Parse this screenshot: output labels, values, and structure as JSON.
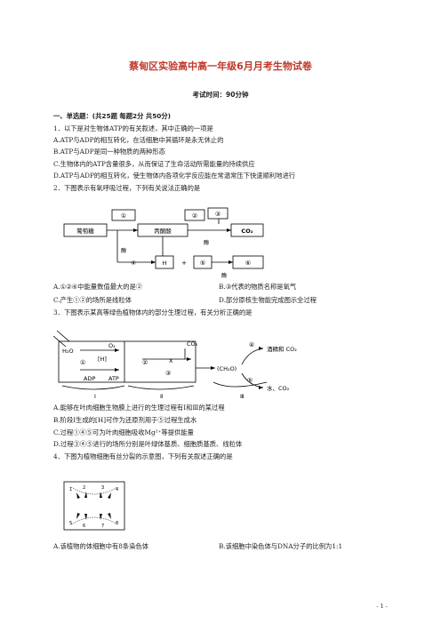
{
  "title": "蔡甸区实验高中高一年级6月月考生物试卷",
  "exam_time": "考试时间：90分钟",
  "section1": "一、单选题：(共25题 每题2分 共50分)",
  "q1": {
    "stem": "1．以下是对生物体ATP的有关叙述，其中正确的一项是",
    "options": [
      "A.ATP与ADP的相互转化，在活细胞中其循环是永无休止的",
      "B.ATP与ADP是同一种物质的两种形态",
      "C.生物体内的ATP含量很多，从而保证了生命活动所需能量的持续供应",
      "D.ATP与ADP的相互转化，使生物体内各项化学反应能在常温常压下快速顺利地进行"
    ]
  },
  "q2": {
    "stem": "2．下图表示有氧呼吸过程，下列有关说法正确的是",
    "diagram": {
      "glucose": "葡萄糖",
      "pyruvate": "丙酮酸",
      "co2": "CO₂",
      "h": "H",
      "plus": "+",
      "enzyme1": "酶",
      "enzyme2": "酶",
      "enzyme3": "酶",
      "n1": "①",
      "n2": "②",
      "n3": "③",
      "n4": "④",
      "n5": "⑤",
      "n6": "⑥"
    },
    "options": [
      "A.①②④中能量数值最大的是②",
      "B.③代表的物质名称是氧气",
      "C.产生①②的场所是线粒体",
      "D.部分原核生物能完成图示全过程"
    ]
  },
  "q3": {
    "stem": "3．下图表示某高等绿色植物体内的部分生理过程，有关分析正确的是",
    "diagram": {
      "h2o": "H₂O",
      "o2": "O₂",
      "h": "[H]",
      "adp": "ADP",
      "atp": "ATP",
      "x": "X",
      "co2": "CO₂",
      "ch2o": "(CH₂O)",
      "ethanol": "酒精和 CO₂",
      "water": "水、CO₂",
      "c1": "①",
      "c2": "②",
      "c3": "③",
      "c4": "④",
      "c5": "⑤",
      "r1": "Ⅰ",
      "r2": "Ⅱ",
      "r3": "Ⅲ"
    },
    "options": [
      "A.能够在叶肉细胞生物膜上进行的生理过程有Ⅰ和Ⅲ的某过程",
      "B.阶段Ⅰ生成的[H]可作为还原剂用于⑤过程生成水",
      "C.过程①④⑤可为叶肉细胞吸收Mg²⁺等提供能量",
      "D.过程③④⑤进行的场所分别是叶绿体基质、细胞质基质、线粒体"
    ]
  },
  "q4": {
    "stem": "4．下图为植物细胞有丝分裂的示意图，下列有关叙述正确的是",
    "diagram": {
      "labels": [
        "1",
        "2",
        "3",
        "4",
        "5",
        "6",
        "7",
        "8"
      ]
    },
    "options": [
      "A.该植物的体细胞中有8条染色体",
      "B.该细胞中染色体与DNA分子的比例为1:1"
    ]
  },
  "page_number": "- 1 -"
}
